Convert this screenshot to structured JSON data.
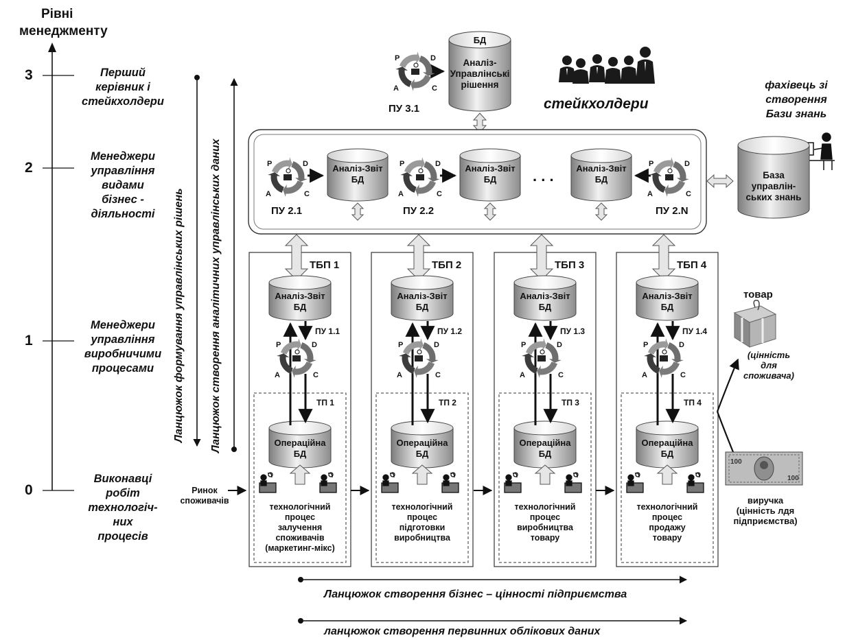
{
  "axis": {
    "title_line1": "Рівні",
    "title_line2": "менеджменту",
    "levels": [
      {
        "num": "3",
        "label": [
          "Перший",
          "керівник і",
          "стейкхолдери"
        ]
      },
      {
        "num": "2",
        "label": [
          "Менеджери",
          "управління",
          "видами",
          "бізнес -",
          "діяльності"
        ]
      },
      {
        "num": "1",
        "label": [
          "Менеджери",
          "управління",
          "виробничими",
          "процесами"
        ]
      },
      {
        "num": "0",
        "label": [
          "Виконавці",
          "робіт",
          "технологіч-",
          "них",
          "процесів"
        ]
      }
    ]
  },
  "vertical_chains": {
    "decisions": "Ланцюжок формування управлінських рішень",
    "analytics": "Ланцюжок створення аналітичних управлінських даних"
  },
  "top": {
    "db_label": "БД",
    "db_text": [
      "Аналіз-",
      "Управлінські",
      "рішення"
    ],
    "pu_label": "ПУ 3.1",
    "stakeholders": "стейкхолдери",
    "specialist": [
      "фахівець зі",
      "створення",
      "Бази знань"
    ]
  },
  "pdca": {
    "p": "P",
    "d": "D",
    "a": "A",
    "c": "C"
  },
  "middle": {
    "report_db": [
      "Аналіз-Звіт",
      "БД"
    ],
    "pu": [
      "ПУ 2.1",
      "ПУ 2.2",
      "ПУ 2.N"
    ],
    "dots": ". . .",
    "knowledge_base": [
      "База",
      "управлін-",
      "ських знань"
    ]
  },
  "columns": [
    {
      "tbp": "ТБП 1",
      "pu": "ПУ 1.1",
      "tp": "ТП 1",
      "report_db": [
        "Аналіз-Звіт",
        "БД"
      ],
      "op_db": [
        "Операційна",
        "БД"
      ],
      "process": [
        "технологічний",
        "процес",
        "залучення",
        "споживачів",
        "(маркетинг-мікс)"
      ]
    },
    {
      "tbp": "ТБП 2",
      "pu": "ПУ 1.2",
      "tp": "ТП 2",
      "report_db": [
        "Аналіз-Звіт",
        "БД"
      ],
      "op_db": [
        "Операційна",
        "БД"
      ],
      "process": [
        "технологічний",
        "процес",
        "підготовки",
        "виробництва"
      ]
    },
    {
      "tbp": "ТБП 3",
      "pu": "ПУ 1.3",
      "tp": "ТП 3",
      "report_db": [
        "Аналіз-Звіт",
        "БД"
      ],
      "op_db": [
        "Операційна",
        "БД"
      ],
      "process": [
        "технологічний",
        "процес",
        "виробництва",
        "товару"
      ]
    },
    {
      "tbp": "ТБП 4",
      "pu": "ПУ 1.4",
      "tp": "ТП 4",
      "report_db": [
        "Аналіз-Звіт",
        "БД"
      ],
      "op_db": [
        "Операційна",
        "БД"
      ],
      "process": [
        "технологічний",
        "процес",
        "продажу",
        "товару"
      ]
    }
  ],
  "market": [
    "Ринок",
    "споживачів"
  ],
  "outputs": {
    "goods": "товар",
    "goods_value": [
      "(цінність",
      "для",
      "споживача)"
    ],
    "revenue": [
      "виручка",
      "(цінність лдя",
      "підприємства)"
    ]
  },
  "chains_bottom": {
    "business_value": "Ланцюжок створення бізнес – цінності підприємства",
    "primary_data": "ланцюжок створення первинних облікових даних"
  },
  "colors": {
    "db_dark": "#8a8a8a",
    "db_light": "#f4f4f4",
    "line": "#111111",
    "arrow_fill": "#e6e6e6"
  }
}
